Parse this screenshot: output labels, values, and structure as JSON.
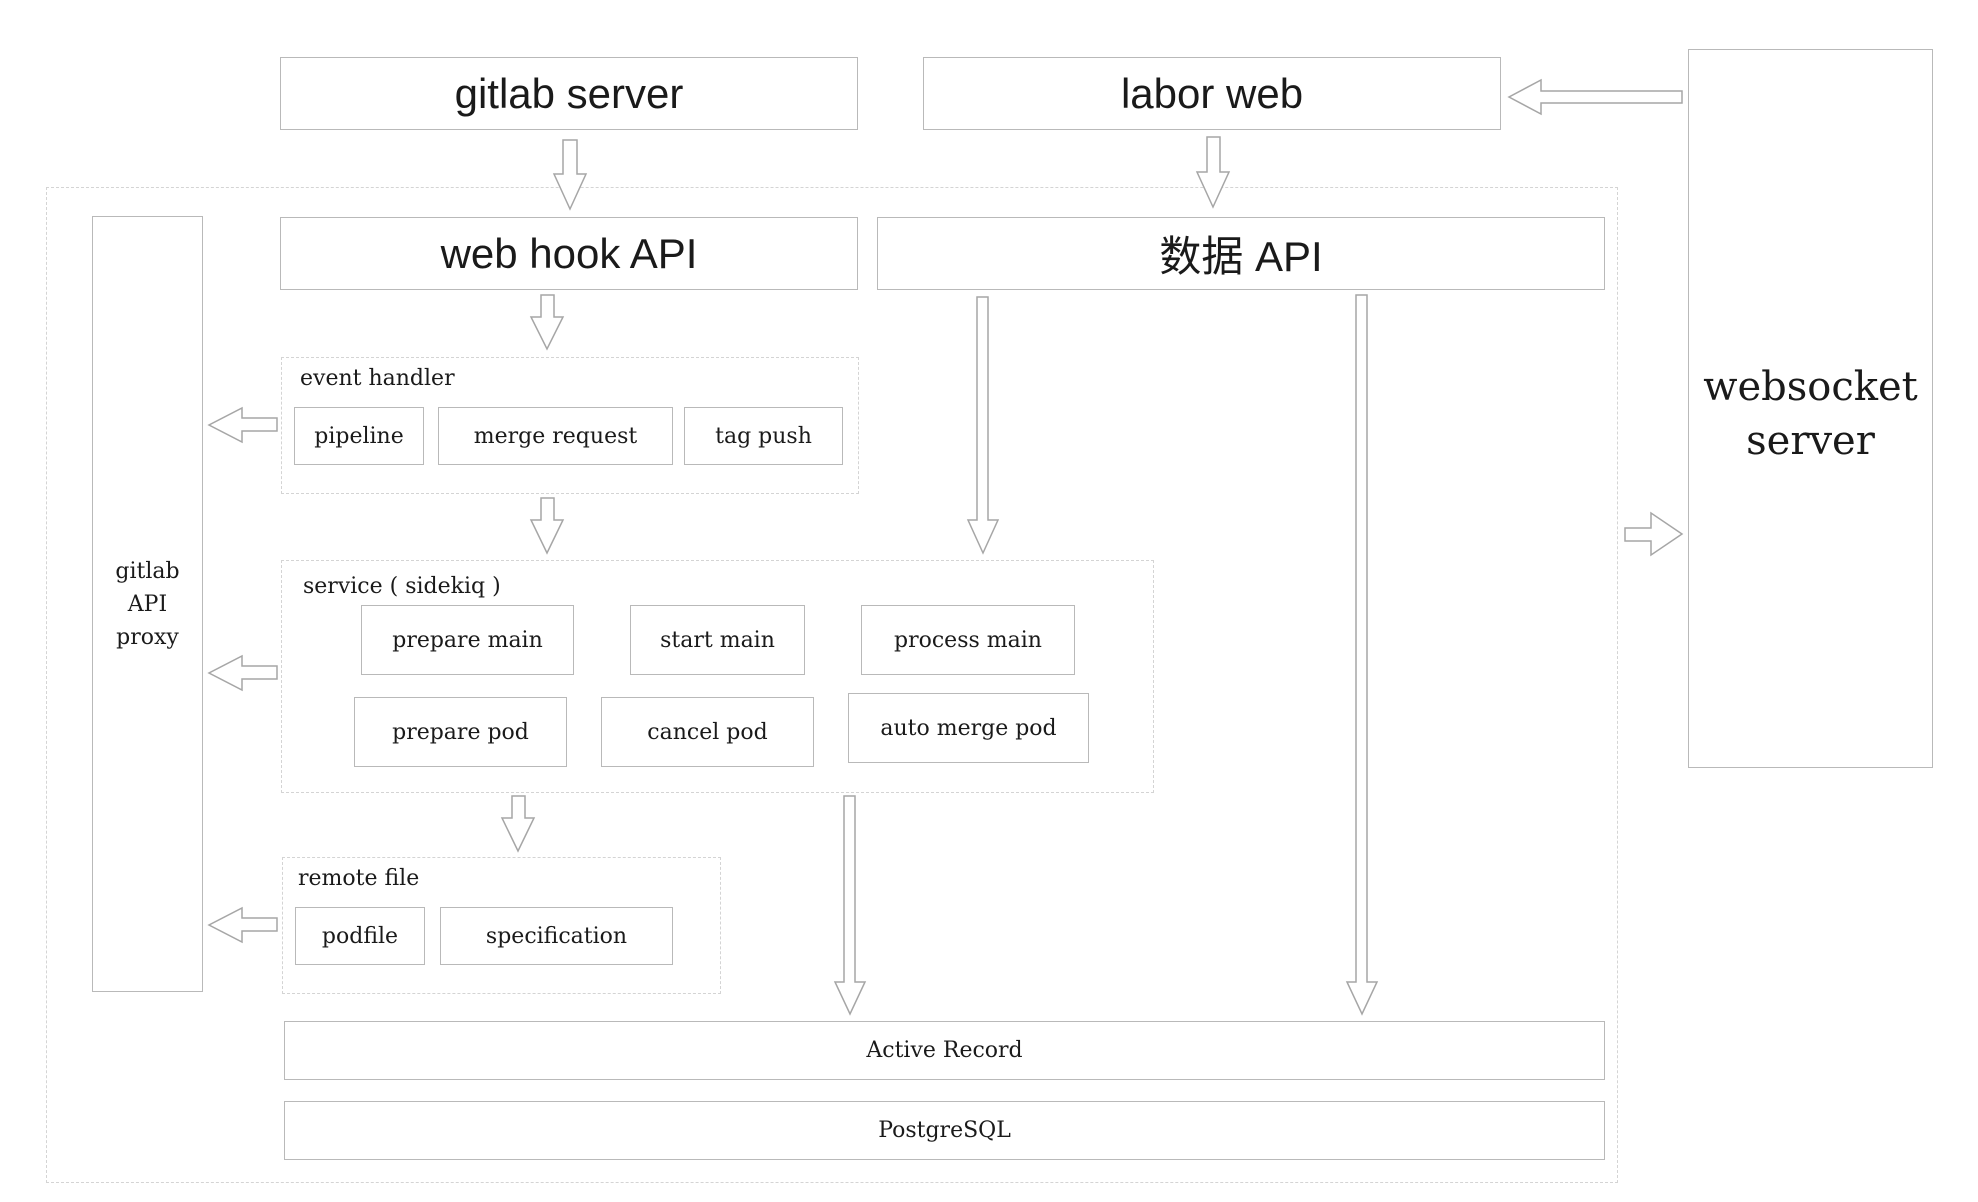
{
  "top": {
    "gitlab_server": "gitlab server",
    "labor_web": "labor web",
    "websocket_server_line1": "websocket",
    "websocket_server_line2": "server"
  },
  "api": {
    "web_hook": "web hook API",
    "data_api": "数据 API"
  },
  "proxy": {
    "line1": "gitlab",
    "line2": "API",
    "line3": "proxy"
  },
  "event_handler": {
    "label": "event handler",
    "items": [
      "pipeline",
      "merge request",
      "tag push"
    ]
  },
  "service": {
    "label": "service ( sidekiq )",
    "row1": [
      "prepare main",
      "start main",
      "process main"
    ],
    "row2": [
      "prepare pod",
      "cancel pod",
      "auto merge pod"
    ]
  },
  "remote_file": {
    "label": "remote file",
    "items": [
      "podfile",
      "specification"
    ]
  },
  "storage": {
    "active_record": "Active Record",
    "postgresql": "PostgreSQL"
  }
}
